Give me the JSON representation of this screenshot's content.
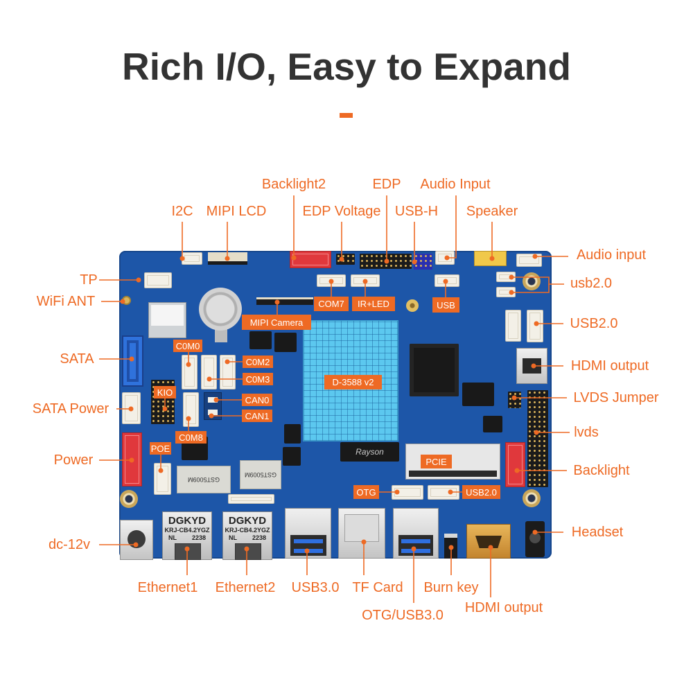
{
  "title": "Rich I/O, Easy to Expand",
  "colors": {
    "accent": "#ee6a24",
    "board": "#1d56a8",
    "title": "#333333",
    "heatsink": "#5cc8ef"
  },
  "callouts": {
    "backlight2": "Backlight2",
    "edp": "EDP",
    "audio_input_top": "Audio Input",
    "i2c": "I2C",
    "mipi_lcd": "MIPI LCD",
    "edp_voltage": "EDP Voltage",
    "usb_h": "USB-H",
    "speaker": "Speaker",
    "audio_input_right": "Audio input",
    "tp": "TP",
    "usb20_pair": "usb2.0",
    "wifi_ant": "WiFi ANT",
    "usb20_right": "USB2.0",
    "sata": "SATA",
    "hdmi_output_side": "HDMI output",
    "lvds_jumper": "LVDS Jumper",
    "sata_power": "SATA Power",
    "lvds": "lvds",
    "power": "Power",
    "backlight": "Backlight",
    "headset": "Headset",
    "dc_12v": "dc-12v",
    "ethernet1": "Ethernet1",
    "ethernet2": "Ethernet2",
    "usb30": "USB3.0",
    "tf_card": "TF Card",
    "burn_key": "Burn key",
    "otg_usb30": "OTG/USB3.0",
    "hdmi_output_bottom": "HDMI output"
  },
  "board_tags": {
    "com7": "COM7",
    "ir_led": "IR+LED",
    "usb": "USB",
    "mipi_camera": "MIPI Camera",
    "com0": "C0M0",
    "com2": "C0M2",
    "com3": "C0M3",
    "kio": "KIO",
    "can0": "CAN0",
    "can1": "CAN1",
    "com8": "C0M8",
    "poe": "POE",
    "soc": "D-3588 v2",
    "pcie": "PCIE",
    "otg": "OTG",
    "usb20": "USB2.0"
  },
  "silkscreen": {
    "ethernet_jacks": [
      {
        "brand": "DGKYD",
        "model": "KRJ-CB4.2YGZ",
        "lot": "NL",
        "code": "2238"
      },
      {
        "brand": "DGKYD",
        "model": "KRJ-CB4.2YGZ",
        "lot": "NL",
        "code": "2238"
      }
    ],
    "magnetics": [
      "GST5009M",
      "GST5009M"
    ],
    "chip_brand": "Rayson"
  }
}
